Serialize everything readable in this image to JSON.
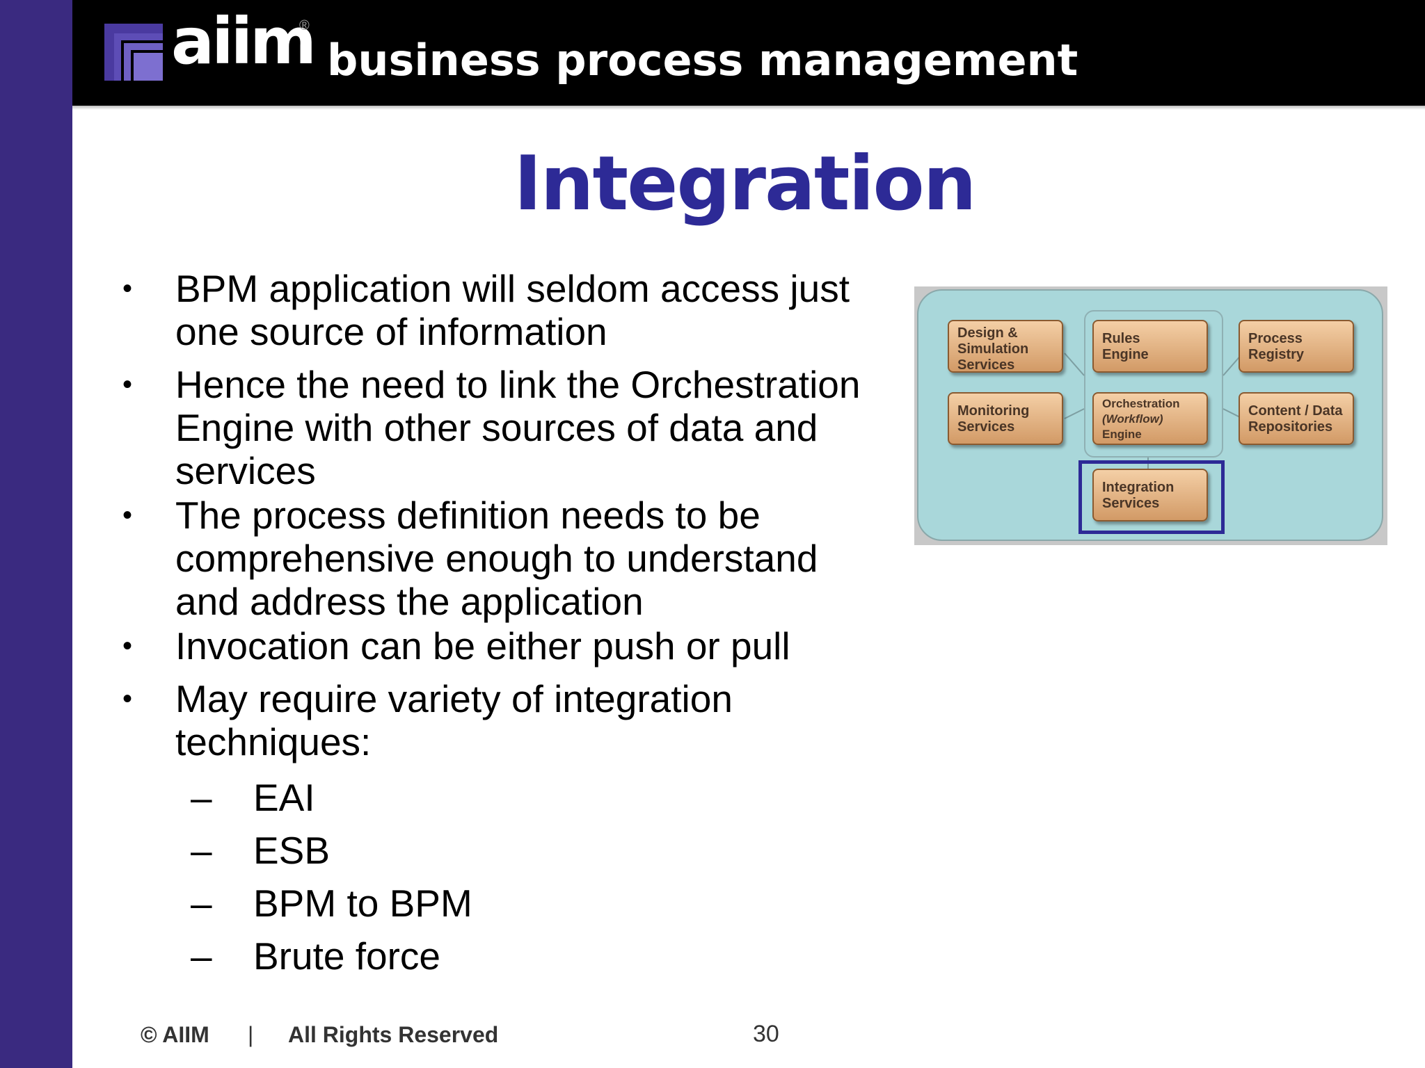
{
  "header": {
    "logo_text": "aiim",
    "logo_reg": "®",
    "subtitle": "business process management"
  },
  "slide": {
    "title": "Integration",
    "bullets": [
      {
        "lines": [
          "BPM application will seldom access just",
          "one source of information"
        ]
      },
      {
        "lines": [
          "Hence the need to link the Orchestration",
          "Engine with other sources of data and",
          "services"
        ]
      },
      {
        "lines": [
          "The process definition needs to be",
          "comprehensive enough to understand",
          "and address the application"
        ]
      },
      {
        "lines": [
          "Invocation can be either push or pull"
        ]
      },
      {
        "lines": [
          "May require variety of integration",
          "techniques:"
        ]
      }
    ],
    "bullet_glyph": "•",
    "sub_glyph": "–",
    "sub_bullets": [
      "EAI",
      "ESB",
      "BPM to BPM",
      "Brute force"
    ]
  },
  "diagram": {
    "boxes": {
      "design": [
        "Design &",
        "Simulation",
        "Services"
      ],
      "monitoring": [
        "Monitoring",
        "Services"
      ],
      "rules": [
        "Rules",
        "Engine"
      ],
      "orchestration": [
        "Orchestration",
        "(Workflow)",
        "Engine"
      ],
      "integration": [
        "Integration",
        "Services"
      ],
      "registry": [
        "Process",
        "Registry"
      ],
      "content": [
        "Content / Data",
        "Repositories"
      ]
    },
    "colors": {
      "background": "#a9d7da",
      "box": "#e0b080",
      "highlight": "#2d2a96"
    }
  },
  "footer": {
    "copyright": "© AIIM",
    "separator": "|",
    "rights": "All Rights Reserved",
    "page_number": "30"
  },
  "colors": {
    "left_bar": "#3a2a80",
    "header": "#000000",
    "title": "#2d2a96"
  }
}
